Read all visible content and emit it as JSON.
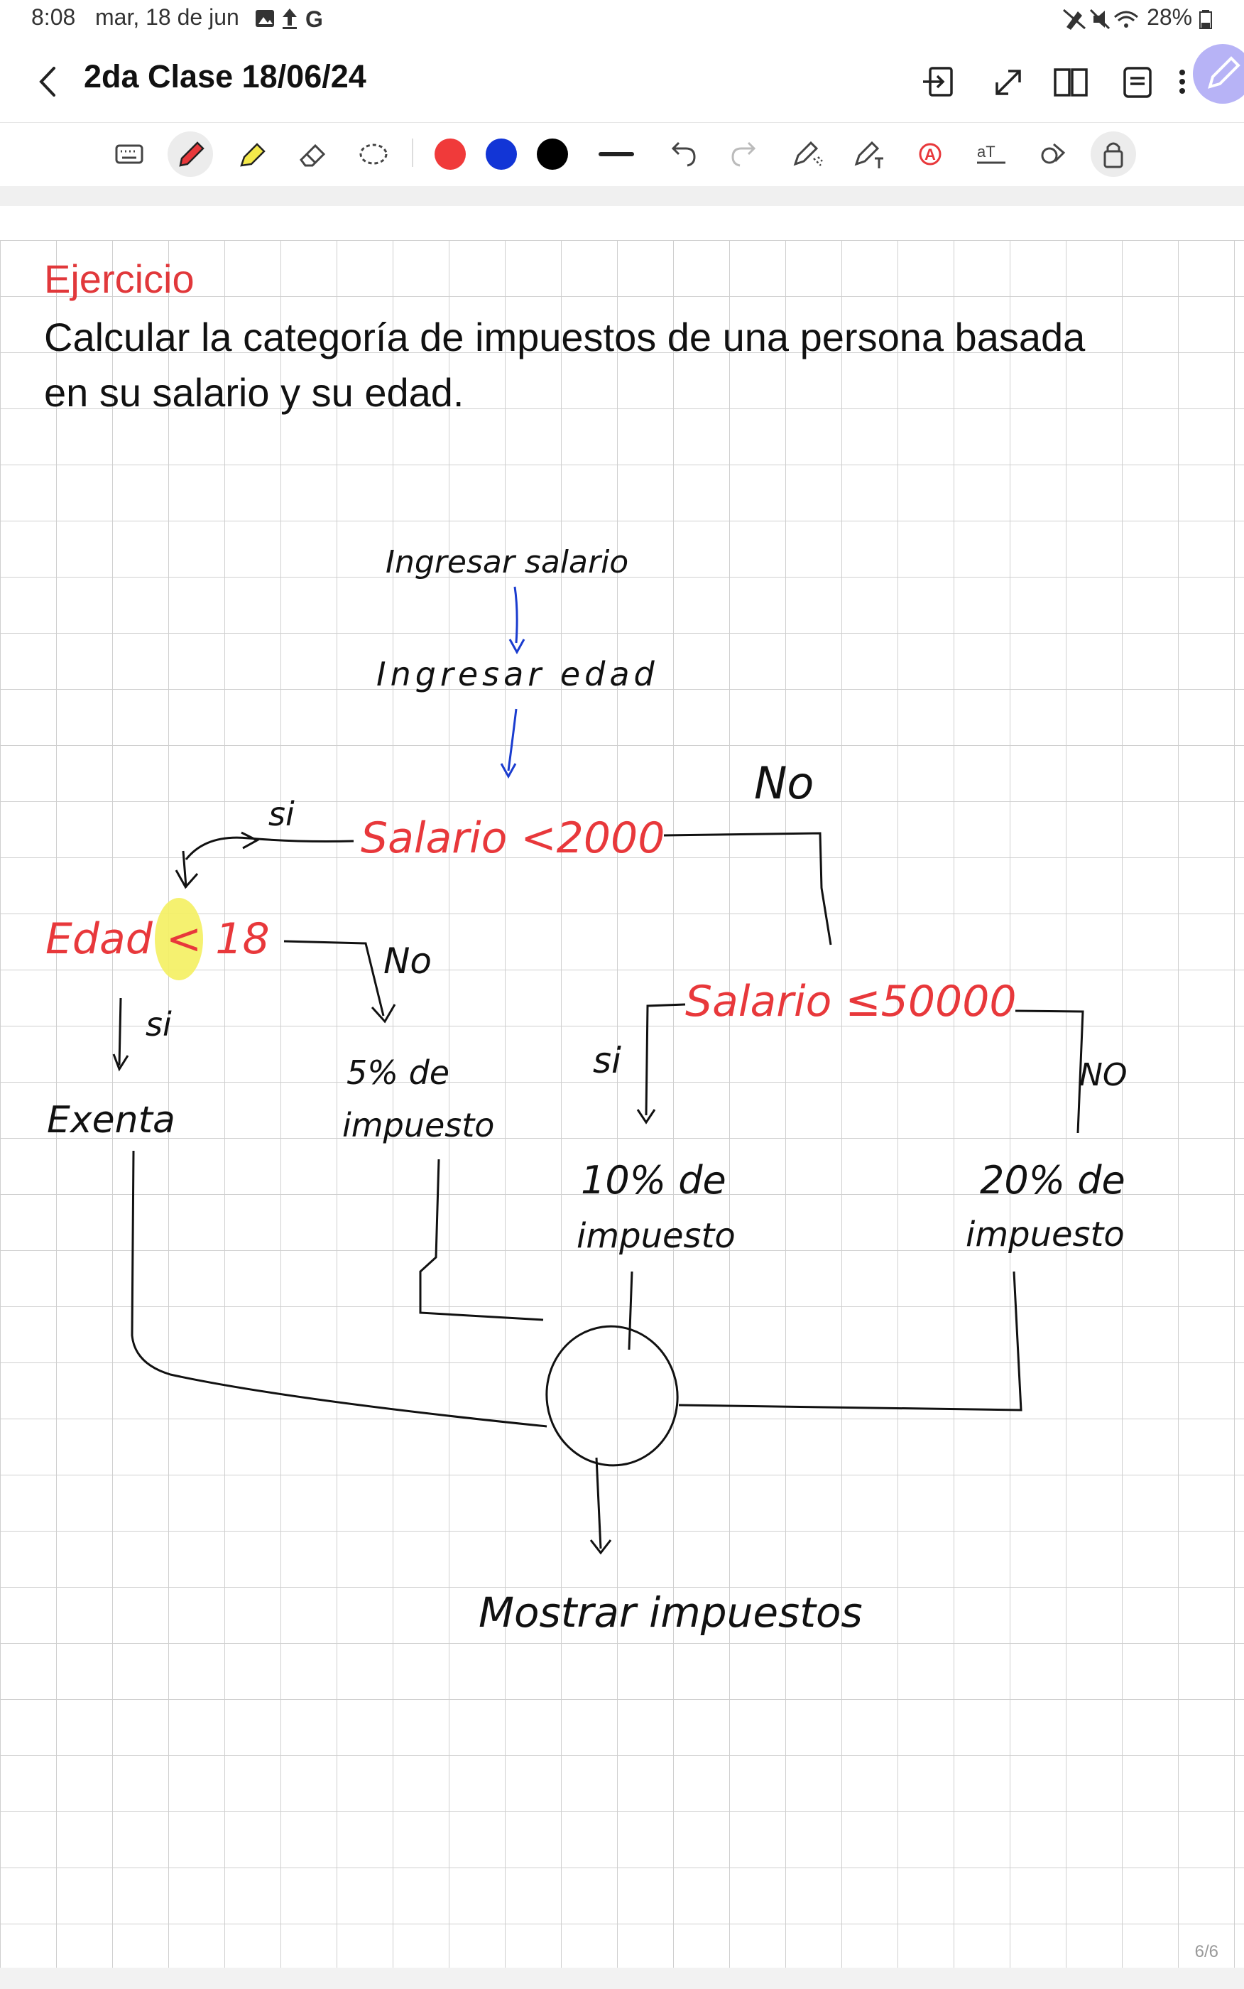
{
  "status_bar": {
    "time": "8:08",
    "date": "mar, 18 de jun",
    "battery": "28%",
    "left_icons": [
      "gallery-icon",
      "upload-icon",
      "google-icon"
    ],
    "right_icons": [
      "pen-disabled-icon",
      "mute-icon",
      "wifi-icon",
      "battery-icon"
    ]
  },
  "header": {
    "title": "2da Clase 18/06/24",
    "actions": [
      "export-icon",
      "expand-icon",
      "book-icon",
      "list-icon",
      "more-icon"
    ]
  },
  "toolbar": {
    "tools": [
      "keyboard-icon",
      "pen-icon",
      "highlighter-icon",
      "eraser-icon",
      "lasso-icon"
    ],
    "active_tool": "pen-icon",
    "colors": [
      "#f03a3a",
      "#1235d6",
      "#000000"
    ],
    "other_tools": [
      "stroke-icon",
      "undo-icon",
      "redo-icon",
      "shape-select-icon",
      "text-select-icon",
      "handwriting-icon",
      "text-convert-icon",
      "shapes-icon",
      "lock-icon"
    ]
  },
  "note": {
    "heading": "Ejercicio",
    "body": "Calcular la categoría de impuestos de una persona basada en su salario y su edad.",
    "accent_color": "#e1383b"
  },
  "sketch": {
    "ingresar_salario": "Ingresar salario",
    "ingresar_edad": "Ingresar edad",
    "cond_salario": "Salario <2000",
    "cond_edad_a": "Edad ",
    "cond_edad_op": "<",
    "cond_edad_b": " 18",
    "cond_salario2": "Salario ≤50000",
    "si_1": "si",
    "si_2": "si",
    "si_3": "si",
    "no_1": "No",
    "no_2": "No",
    "no_3": "NO",
    "exenta": "Exenta",
    "cinco_a": "5% de",
    "cinco_b": "impuesto",
    "diez_a": "10% de",
    "diez_b": "impuesto",
    "veinte_a": "20% de",
    "veinte_b": "impuesto",
    "mostrar": "Mostrar impuestos",
    "ink_color": "#111111",
    "red_color": "#e8383b",
    "blue_color": "#1a3ccf",
    "highlight_color": "#f4f060"
  },
  "page_indicator": "6/6"
}
